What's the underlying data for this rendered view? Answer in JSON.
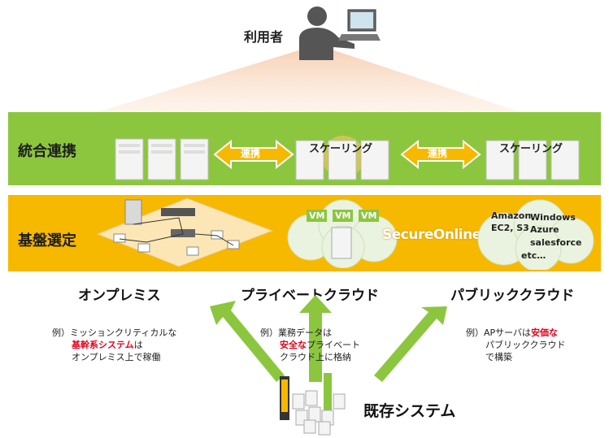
{
  "user": {
    "label": "利用者"
  },
  "integration": {
    "title": "統合連携",
    "link1": "連携",
    "link2": "連携",
    "scaling1": "スケーリング",
    "scaling2": "スケーリング"
  },
  "platform": {
    "title": "基盤選定",
    "vm_labels": [
      "VM",
      "VM",
      "VM"
    ],
    "secure_online": "SecureOnline",
    "public_cloud_services": [
      "Amazon EC2, S3",
      "Windows Azure",
      "salesforce",
      "etc…"
    ]
  },
  "columns": {
    "onpremise": "オンプレミス",
    "private_cloud": "プライベートクラウド",
    "public_cloud": "パブリッククラウド"
  },
  "notes": {
    "onpremise": {
      "prefix": "例）ミッションクリティカルな",
      "highlight": "基幹系システム",
      "mid": "は",
      "line3": "オンプレミス上で稼働"
    },
    "private_cloud": {
      "prefix": "例）業務データは",
      "highlight": "安全な",
      "mid": "プライベート",
      "line3": "クラウド上に格納"
    },
    "public_cloud": {
      "prefix": "例）APサーバは",
      "highlight": "安価な",
      "mid": "パブリッククラウド",
      "line3": "で構築"
    }
  },
  "legacy": {
    "label": "既存システム"
  },
  "colors": {
    "green": "#8cc63f",
    "yellow": "#f7b800",
    "arrow": "#8cc63f",
    "red": "#e2001a"
  }
}
